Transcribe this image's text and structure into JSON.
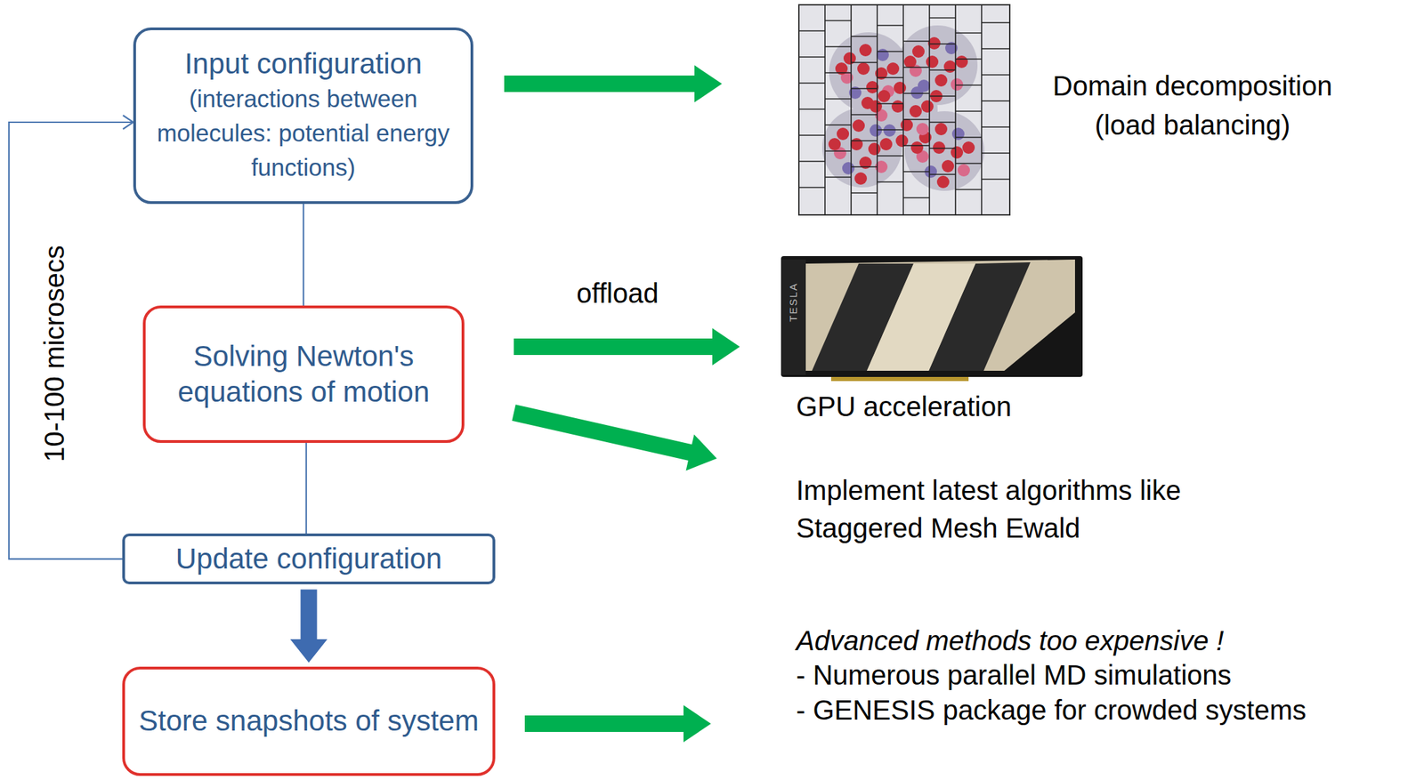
{
  "diagram": {
    "nodes": [
      {
        "text": [
          "Input configuration",
          "(interactions between molecules: potential energy functions)"
        ]
      },
      {
        "text": [
          "Solving Newton's equations of motion"
        ]
      },
      {
        "text": [
          "Update configuration"
        ]
      },
      {
        "text": [
          "Store snapshots of system"
        ]
      }
    ],
    "edges": [
      {
        "from": 0,
        "to": 1,
        "arrow": "none"
      },
      {
        "from": 1,
        "to": 2,
        "arrow": "none"
      },
      {
        "from": 2,
        "to": 0,
        "arrow": "to"
      },
      {
        "from": 2,
        "to": 3,
        "arrow": "to"
      }
    ],
    "labels": [
      "10-100 microsecs",
      "offload",
      "Domain decomposition",
      "(load balancing)",
      "TESLA",
      "GPU acceleration",
      "Implement latest algorithms like Staggered Mesh Ewald",
      "Advanced methods too expensive !",
      "- Numerous parallel MD simulations",
      "- GENESIS package for crowded systems"
    ]
  }
}
